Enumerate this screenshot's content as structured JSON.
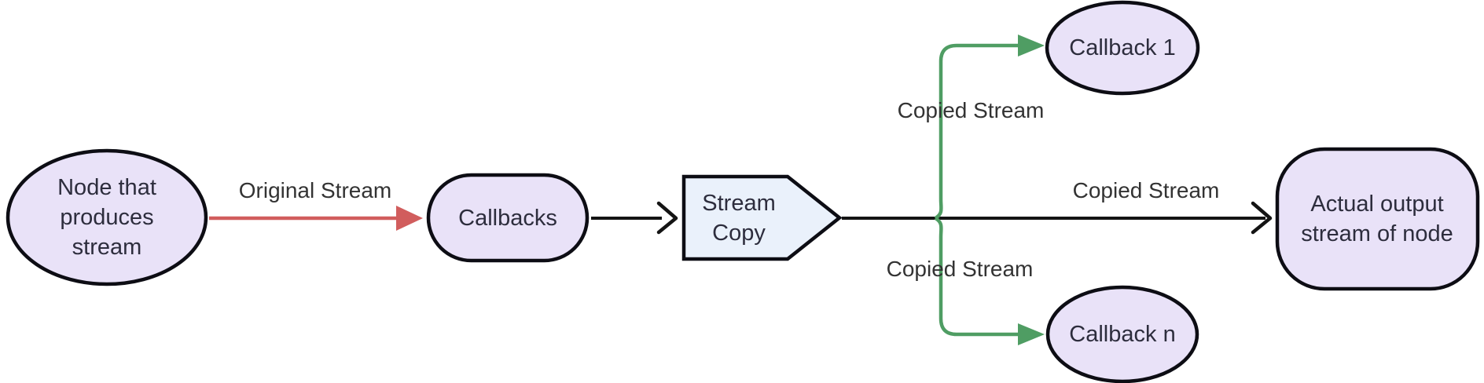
{
  "colors": {
    "background": "#ffffff",
    "node_fill": "#e9e2f8",
    "node_border": "#0d0d14",
    "pentagon_fill": "#eaf1fb",
    "node_text": "#2d2d3d",
    "label_text": "#333333",
    "edge_black": "#141414",
    "edge_red": "#d15d5d",
    "edge_green": "#4f9d63"
  },
  "nodes": {
    "producer": {
      "shape": "ellipse",
      "lines": [
        "Node that",
        "produces",
        "stream"
      ]
    },
    "callbacks": {
      "shape": "stadium",
      "label": "Callbacks"
    },
    "stream_copy": {
      "shape": "pentagon",
      "lines": [
        "Stream",
        "Copy"
      ]
    },
    "callback_1": {
      "shape": "ellipse",
      "label": "Callback 1"
    },
    "callback_n": {
      "shape": "ellipse",
      "label": "Callback n"
    },
    "actual_output": {
      "shape": "rounded-rect",
      "lines": [
        "Actual output",
        "stream of node"
      ]
    }
  },
  "edges": [
    {
      "from": "producer",
      "to": "callbacks",
      "label": "Original Stream",
      "color": "red"
    },
    {
      "from": "callbacks",
      "to": "stream_copy",
      "label": "",
      "color": "black"
    },
    {
      "from": "stream_copy",
      "to": "callback_1",
      "label": "Copied Stream",
      "color": "green"
    },
    {
      "from": "stream_copy",
      "to": "actual_output",
      "label": "Copied Stream",
      "color": "black"
    },
    {
      "from": "stream_copy",
      "to": "callback_n",
      "label": "Copied Stream",
      "color": "green"
    }
  ]
}
